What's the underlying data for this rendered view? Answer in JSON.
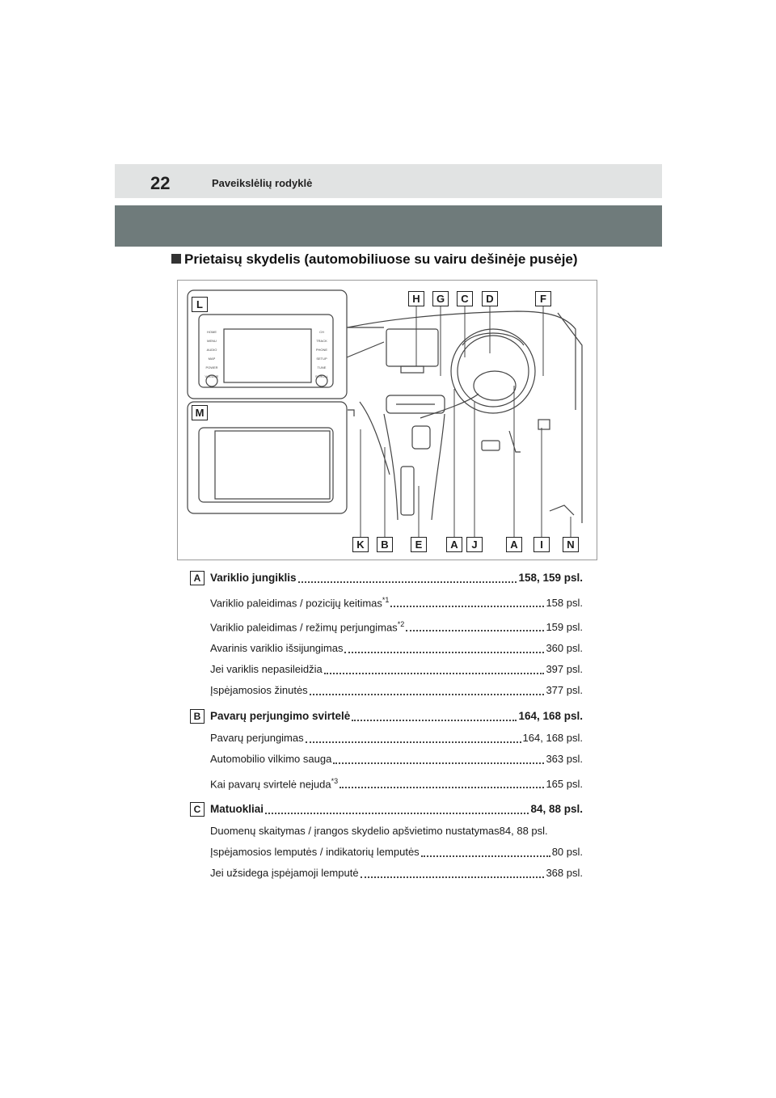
{
  "header": {
    "page_number": "22",
    "chapter_title": "Paveikslėlių rodyklė"
  },
  "section": {
    "heading": "Prietaisų skydelis (automobiliuose su vairu dešinėje pusėje)"
  },
  "figure": {
    "top_callouts": [
      "H",
      "G",
      "C",
      "D",
      "F"
    ],
    "bottom_callouts": [
      "K",
      "B",
      "E",
      "A",
      "J",
      "A",
      "I",
      "N"
    ],
    "inset_callouts": [
      "L",
      "M"
    ],
    "head_unit_buttons_left": [
      "HOME",
      "MENU",
      "AUDIO",
      "MAP",
      "POWER VOLUME"
    ],
    "head_unit_buttons_right": [
      "CH",
      "TRACK",
      "PHONE",
      "SETUP",
      "TUNE SCROLL"
    ]
  },
  "entries": [
    {
      "letter": "A",
      "title": "Variklio jungiklis",
      "pages": "158, 159 psl.",
      "items": [
        {
          "text": "Variklio paleidimas / pozicijų keitimas",
          "note": "*1",
          "pages": "158 psl."
        },
        {
          "text": "Variklio paleidimas / režimų perjungimas",
          "note": "*2",
          "pages": "159 psl."
        },
        {
          "text": "Avarinis variklio išsijungimas",
          "note": "",
          "pages": "360 psl."
        },
        {
          "text": "Jei variklis nepasileidžia",
          "note": "",
          "pages": "397 psl."
        },
        {
          "text": "Įspėjamosios žinutės",
          "note": "",
          "pages": "377 psl."
        }
      ]
    },
    {
      "letter": "B",
      "title": "Pavarų perjungimo svirtelė",
      "pages": "164, 168 psl.",
      "items": [
        {
          "text": "Pavarų perjungimas",
          "note": "",
          "pages": "164, 168 psl."
        },
        {
          "text": "Automobilio vilkimo sauga",
          "note": "",
          "pages": "363 psl."
        },
        {
          "text": "Kai pavarų svirtelė nejuda",
          "note": "*3",
          "pages": "165 psl."
        }
      ]
    },
    {
      "letter": "C",
      "title": "Matuokliai",
      "pages": "84, 88 psl.",
      "items": [
        {
          "text": "Duomenų skaitymas / įrangos skydelio apšvietimo nustatymas",
          "note": "",
          "pages": "84, 88 psl."
        },
        {
          "text": "Įspėjamosios lemputės / indikatorių lemputės",
          "note": "",
          "pages": "80 psl."
        },
        {
          "text": "Jei užsidega įspėjamoji lemputė",
          "note": "",
          "pages": "368 psl."
        }
      ]
    }
  ]
}
